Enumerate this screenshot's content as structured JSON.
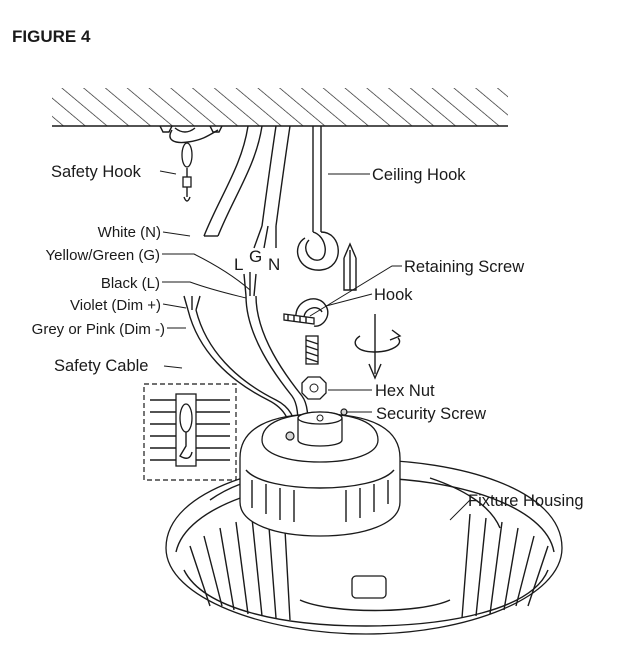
{
  "figure": {
    "title": "FIGURE 4"
  },
  "wire_letters": {
    "l": "L",
    "g": "G",
    "n": "N"
  },
  "labels": {
    "safety_hook": "Safety Hook",
    "ceiling_hook": "Ceiling Hook",
    "white_n": "White (N)",
    "yellow_green_g": "Yellow/Green (G)",
    "black_l": "Black (L)",
    "violet_dim": "Violet (Dim +)",
    "grey_pink_dim": "Grey or Pink (Dim -)",
    "retaining_screw": "Retaining Screw",
    "hook": "Hook",
    "safety_cable": "Safety Cable",
    "hex_nut": "Hex Nut",
    "security_screw": "Security Screw",
    "fixture_housing": "Fixture Housing"
  }
}
